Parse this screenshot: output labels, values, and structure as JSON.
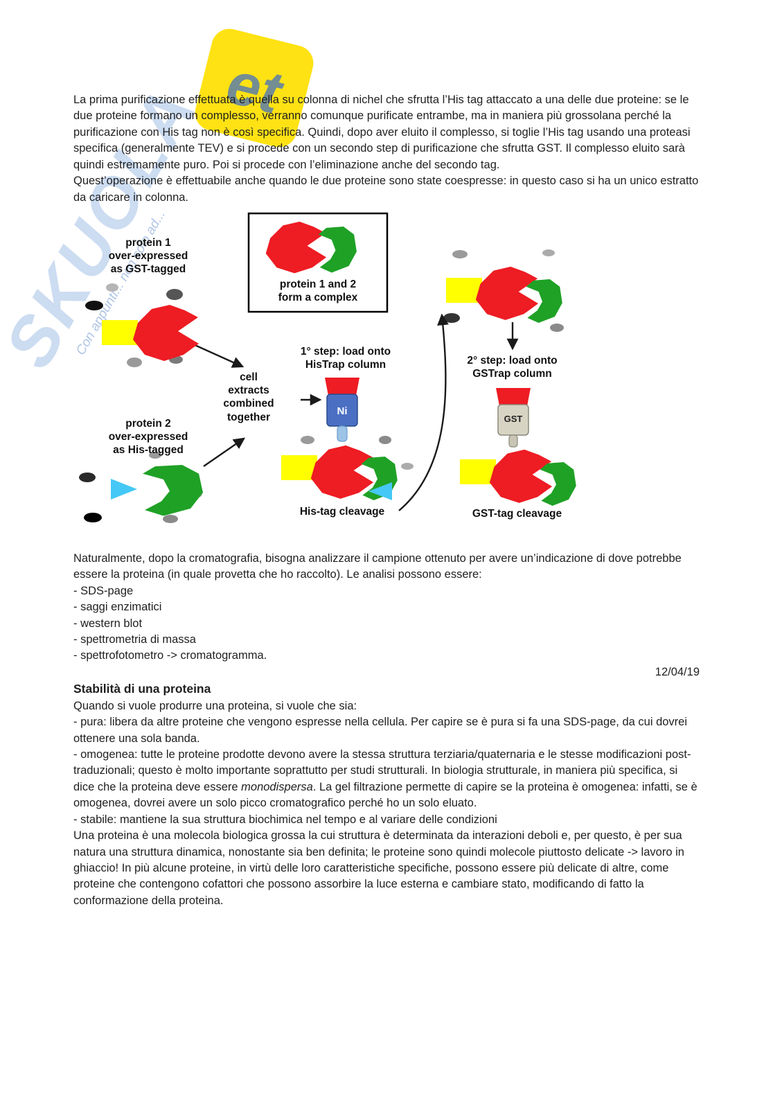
{
  "watermark": {
    "big_text": "SKUOLA",
    "tile_text": "et",
    "tagline": "Con appunti... non solo ad..."
  },
  "intro": {
    "p1": "La prima purificazione effettuata è quella su colonna di nichel che sfrutta l’His tag attaccato a una delle due proteine: se le due proteine formano un complesso, verranno comunque purificate entrambe, ma in maniera più grossolana perché la purificazione con His tag non è così specifica. Quindi, dopo aver eluito il complesso, si toglie l’His tag usando una proteasi specifica (generalmente TEV) e si procede con un secondo step di purificazione che sfrutta GST. Il complesso eluito sarà quindi estremamente puro. Poi si procede con l’eliminazione anche del secondo tag.",
    "p2": "Quest’operazione è effettuabile anche quando le due proteine sono state coespresse: in questo caso si ha un unico estratto da caricare in colonna."
  },
  "diagram": {
    "protein1_label": "protein 1\nover-expressed\nas GST-tagged",
    "protein2_label": "protein 2\nover-expressed\nas His-tagged",
    "complex_box_label": "protein 1 and 2\nform a complex",
    "cell_extracts_label": "cell\nextracts\ncombined\ntogether",
    "step1_label": "1° step: load onto\nHisTrap column",
    "step2_label": "2° step: load onto\nGSTrap column",
    "ni_column_label": "Ni",
    "gst_column_label": "GST",
    "his_cleavage_label": "His-tag cleavage",
    "gst_cleavage_label": "GST-tag cleavage",
    "colors": {
      "protein1": "#ee1c23",
      "protein2": "#1fa126",
      "gst_tag": "#ffff00",
      "his_tag": "#45c8f5",
      "column_cap": "#ee1c23",
      "ni_column_body": "#4a6fc3",
      "ni_column_tip": "#9dc3e6",
      "gst_column_body": "#d8d4c4"
    }
  },
  "analysis": {
    "intro": "Naturalmente, dopo la cromatografia, bisogna analizzare il campione ottenuto per avere un’indicazione di dove potrebbe essere la proteina (in quale provetta che ho raccolto). Le analisi possono essere:",
    "items": [
      "- SDS-page",
      "- saggi enzimatici",
      "- western blot",
      "- spettrometria di massa",
      "- spettrofotometro -> cromatogramma."
    ]
  },
  "date": "12/04/19",
  "stability": {
    "heading": "Stabilità di una proteina",
    "intro": "Quando si vuole produrre una proteina, si vuole che sia:",
    "item_pura": "- pura: libera da altre proteine che vengono espresse nella cellula. Per capire se è pura si fa una SDS-page, da cui dovrei ottenere una sola banda.",
    "item_omogenea_pre": "- omogenea: tutte le proteine prodotte devono avere la stessa struttura terziaria/quaternaria e le stesse modificazioni post-traduzionali; questo è molto importante soprattutto per studi strutturali. In biologia strutturale, in maniera più specifica, si dice che la proteina deve essere ",
    "item_omogenea_italic": "monodispersa",
    "item_omogenea_post": ". La gel filtrazione permette di capire se la proteina è omogenea: infatti, se è omogenea, dovrei avere un solo picco cromatografico perché ho un solo eluato.",
    "item_stabile": "- stabile: mantiene la sua struttura biochimica nel tempo e al variare delle condizioni",
    "final": "Una proteina è una molecola biologica grossa la cui struttura è determinata da interazioni deboli e, per questo, è per sua natura una struttura dinamica, nonostante sia ben definita; le proteine sono quindi molecole piuttosto delicate -> lavoro in ghiaccio! In più alcune proteine, in virtù delle loro caratteristiche specifiche, possono essere più delicate di altre, come proteine che contengono cofattori che possono assorbire la luce esterna e cambiare stato, modificando di fatto la conformazione della proteina."
  }
}
